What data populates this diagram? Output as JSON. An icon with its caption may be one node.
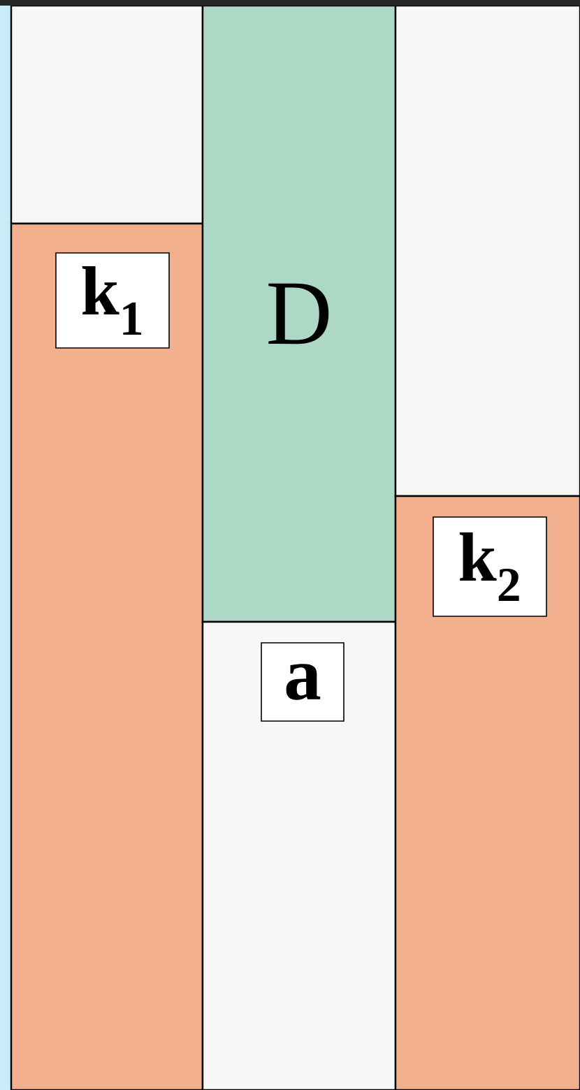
{
  "diagram": {
    "nodes": [
      {
        "text": [],
        "shape": "bar"
      },
      {
        "text": [],
        "shape": "bar"
      },
      {
        "text": [
          "k$_{1}$"
        ],
        "in": 1
      },
      {
        "text": [
          "D"
        ]
      },
      {
        "text": [],
        "shape": "bar"
      },
      {
        "text": [
          "a"
        ],
        "in": 4
      },
      {
        "text": [],
        "shape": "bar"
      },
      {
        "text": [],
        "shape": "bar"
      },
      {
        "text": [
          "k$_{2}$"
        ],
        "in": 7
      }
    ]
  }
}
